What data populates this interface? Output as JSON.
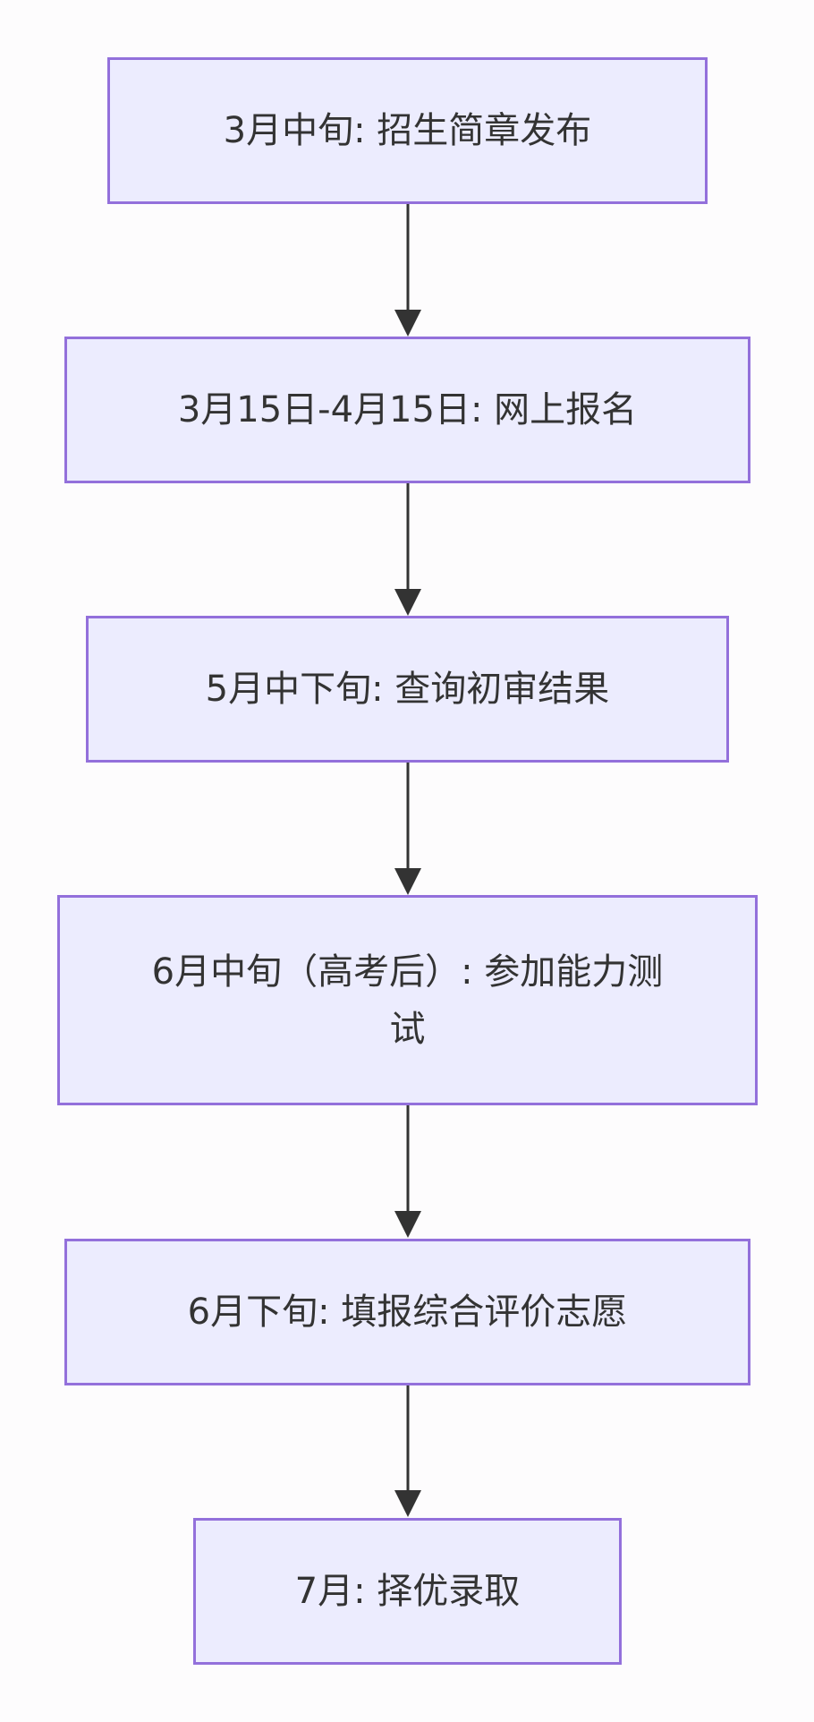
{
  "diagram": {
    "type": "flowchart",
    "direction": "top-down",
    "colors": {
      "node_fill": "#ececfe",
      "node_border": "#9370db",
      "edge": "#333333",
      "text": "#333333",
      "background": "#fdfcfd"
    },
    "nodes": [
      {
        "id": "n1",
        "label": "3月中旬: 招生简章发布"
      },
      {
        "id": "n2",
        "label": "3月15日-4月15日: 网上报名"
      },
      {
        "id": "n3",
        "label": "5月中下旬: 查询初审结果"
      },
      {
        "id": "n4",
        "label": "6月中旬（高考后）: 参加能力测试"
      },
      {
        "id": "n5",
        "label": "6月下旬: 填报综合评价志愿"
      },
      {
        "id": "n6",
        "label": "7月: 择优录取"
      }
    ],
    "edges": [
      {
        "from": "n1",
        "to": "n2"
      },
      {
        "from": "n2",
        "to": "n3"
      },
      {
        "from": "n3",
        "to": "n4"
      },
      {
        "from": "n4",
        "to": "n5"
      },
      {
        "from": "n5",
        "to": "n6"
      }
    ]
  }
}
